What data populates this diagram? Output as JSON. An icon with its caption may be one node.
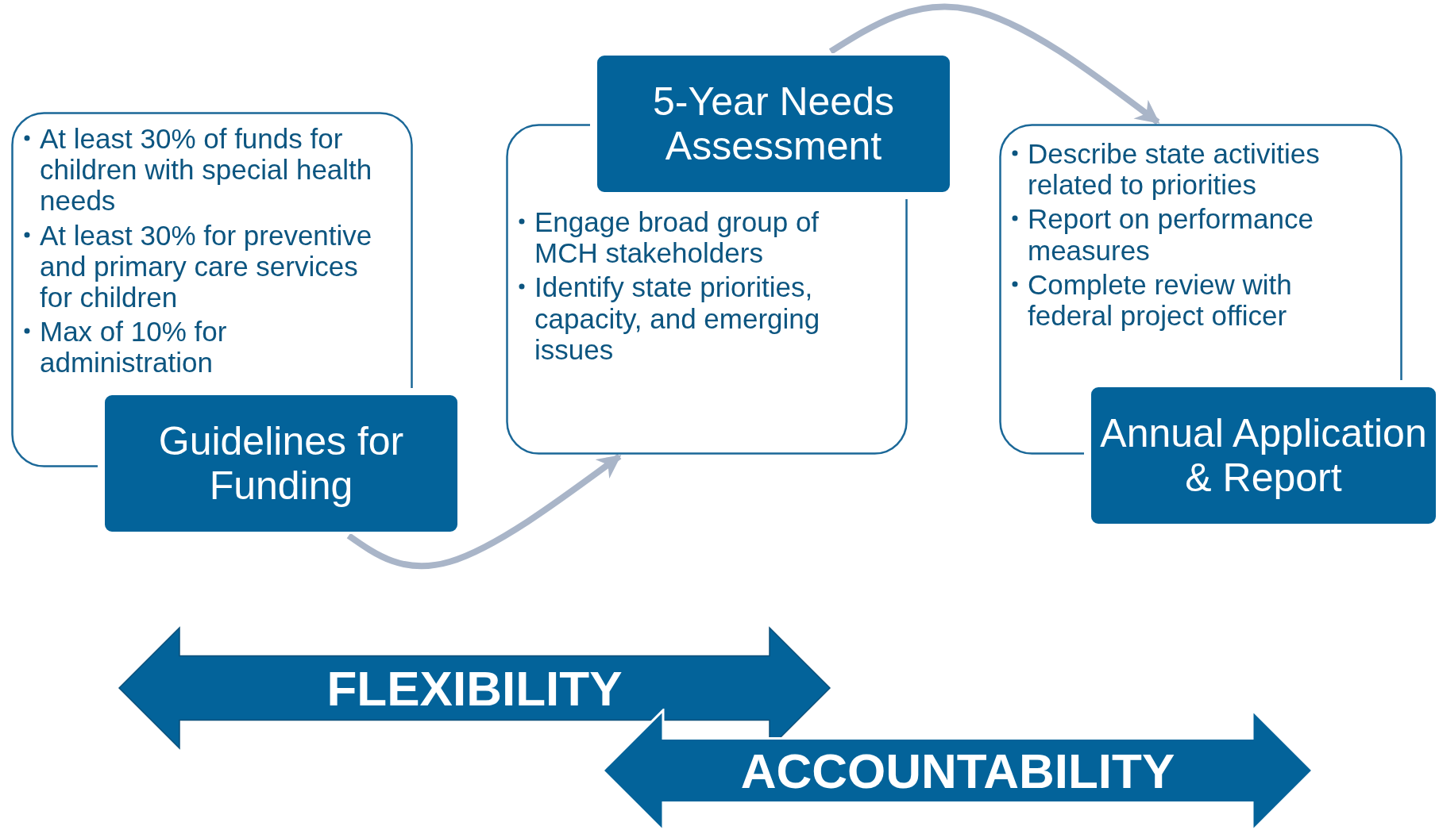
{
  "diagram": {
    "nodes": [
      {
        "text": [
          "At least 30% of funds for children with special health needs",
          "At least 30% for preventive and primary care services for children",
          "Max of 10% for administration"
        ]
      },
      {
        "text": [
          "Guidelines for Funding"
        ]
      },
      {
        "text": [
          "Engage broad group of MCH stakeholders",
          "Identify state priorities, capacity, and emerging issues"
        ]
      },
      {
        "text": [
          "5-Year Needs Assessment"
        ]
      },
      {
        "text": [
          "Describe state activities related to priorities",
          "Report on performance measures",
          "Complete review with federal project officer"
        ]
      },
      {
        "text": [
          "Annual Application & Report"
        ]
      },
      {
        "text": [
          "FLEXIBILITY"
        ]
      },
      {
        "text": [
          "ACCOUNTABILITY"
        ]
      }
    ],
    "edges": [
      {
        "from": 1,
        "to": 2,
        "arrow": "to"
      },
      {
        "from": 3,
        "to": 4,
        "arrow": "to"
      }
    ]
  }
}
